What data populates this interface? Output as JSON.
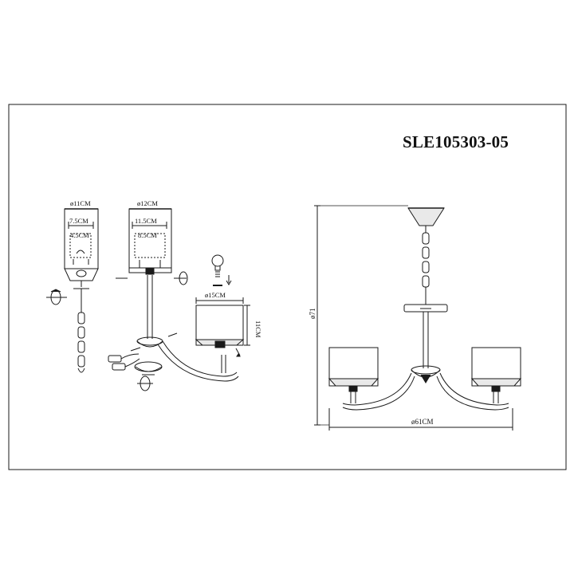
{
  "drawing": {
    "model_code": "SLE105303-05"
  },
  "dimensions": {
    "canopy_diameter": "ø11CM",
    "canopy_width_1": "7.5CM",
    "canopy_width_2": "4.5CM",
    "plate_diameter": "ø12CM",
    "plate_width_1": "11.5CM",
    "plate_width_2": "8.5CM",
    "shade_diameter": "ø15CM",
    "shade_height": "11CM",
    "total_height": "ø71",
    "total_width": "ø61CM"
  },
  "colors": {
    "line": "#1a1a1a",
    "background": "#ffffff",
    "shade_fill": "#e9e9e9"
  }
}
